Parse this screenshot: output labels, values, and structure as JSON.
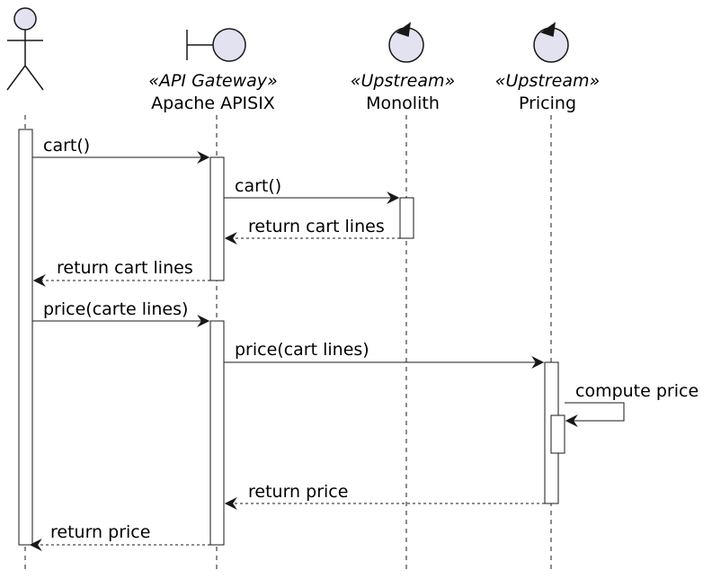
{
  "participants": {
    "gateway": {
      "stereotype": "«API Gateway»",
      "name": "Apache APISIX"
    },
    "monolith": {
      "stereotype": "«Upstream»",
      "name": "Monolith"
    },
    "pricing": {
      "stereotype": "«Upstream»",
      "name": "Pricing"
    }
  },
  "messages": [
    {
      "label": "cart()"
    },
    {
      "label": "cart()"
    },
    {
      "label": "return cart lines"
    },
    {
      "label": "return cart lines"
    },
    {
      "label": "price(carte lines)"
    },
    {
      "label": "price(cart lines)"
    },
    {
      "label": "compute price"
    },
    {
      "label": "return price"
    },
    {
      "label": "return price"
    }
  ],
  "colors": {
    "participant_fill": "#E2E2F0",
    "line": "#181818"
  }
}
